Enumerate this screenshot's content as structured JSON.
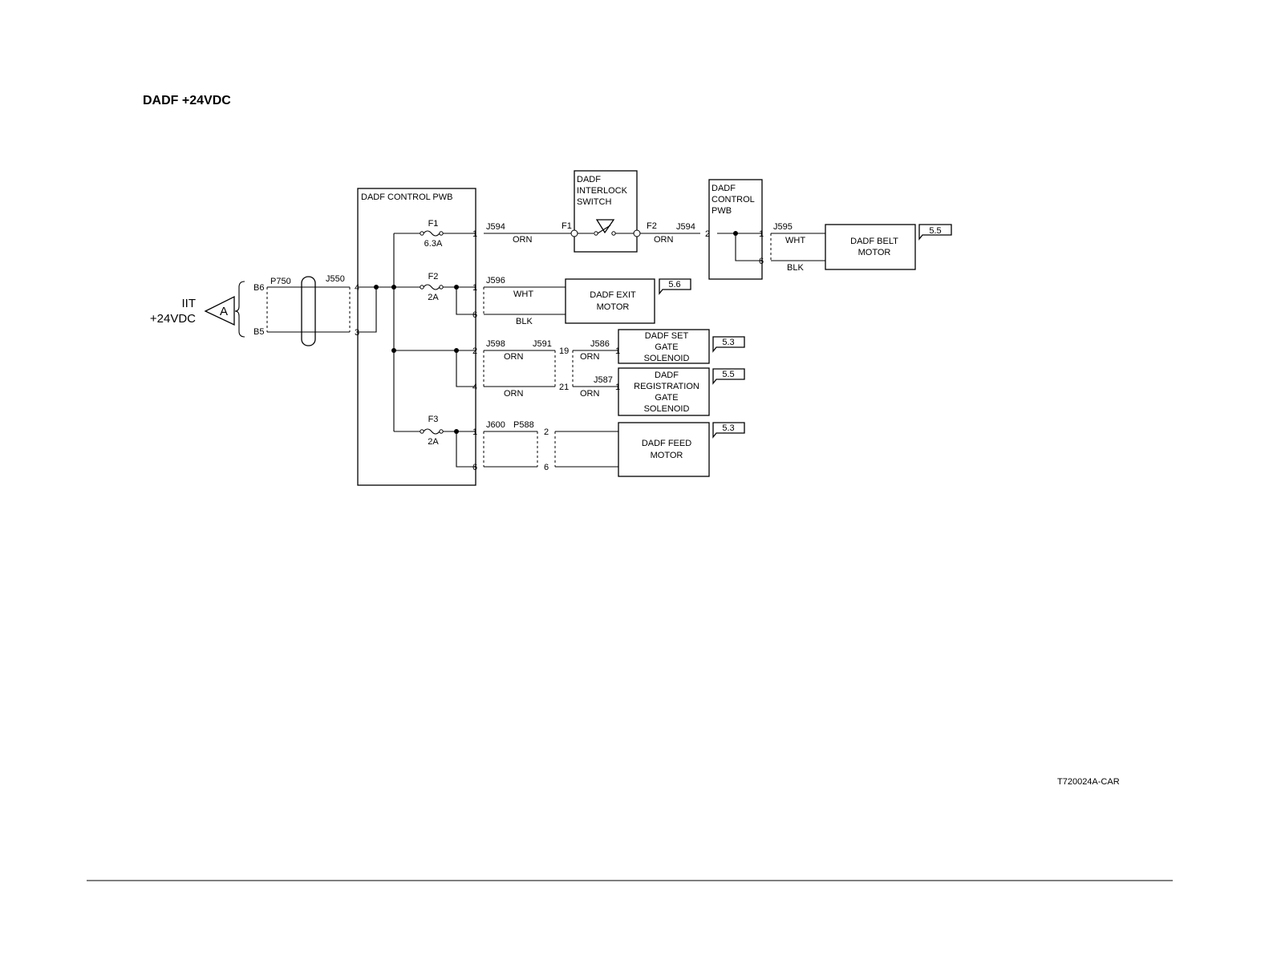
{
  "title": "DADF +24VDC",
  "source": {
    "line1": "IIT",
    "line2": "+24VDC",
    "arrow_letter": "A"
  },
  "control_pwb": {
    "title": "DADF CONTROL PWB"
  },
  "connectors": {
    "p750": "P750",
    "j550": "J550",
    "b6": "B6",
    "b5": "B5",
    "j550_pin4": "4",
    "j550_pin3": "3",
    "j594": "J594",
    "j594_pin1": "1",
    "j596": "J596",
    "j596_pin1": "1",
    "j596_pin6": "6",
    "j598": "J598",
    "j598_pin2": "2",
    "j598_pin4": "4",
    "j591": "J591",
    "j591_pin19": "19",
    "j591_pin21": "21",
    "j586": "J586",
    "j586_pin1": "1",
    "j587": "J587",
    "j587_pin1": "1",
    "j600": "J600",
    "j600_pin1": "1",
    "j600_pin6": "6",
    "p588": "P588",
    "p588_pin2": "2",
    "p588_pin6": "6",
    "j594_b": "J594",
    "ctrl2_pin2": "2",
    "j595": "J595",
    "j595_pin1": "1",
    "j595_pin6": "6",
    "sw_f1": "F1",
    "sw_f2": "F2"
  },
  "fuses": [
    {
      "name": "F1",
      "rating": "6.3A"
    },
    {
      "name": "F2",
      "rating": "2A"
    },
    {
      "name": "F3",
      "rating": "2A"
    }
  ],
  "wires": {
    "orn_j594": "ORN",
    "orn_j594_b": "ORN",
    "wht_exit": "WHT",
    "blk_exit": "BLK",
    "orn_j598_top": "ORN",
    "orn_j598_bottom": "ORN",
    "orn_j586": "ORN",
    "orn_j587": "ORN",
    "wht_belt": "WHT",
    "blk_belt": "BLK"
  },
  "interlock_switch": {
    "line1": "DADF",
    "line2": "INTERLOCK",
    "line3": "SWITCH"
  },
  "control_pwb_2": {
    "line1": "DADF",
    "line2": "CONTROL",
    "line3": "PWB"
  },
  "components": {
    "belt_motor": {
      "line1": "DADF BELT",
      "line2": "MOTOR",
      "ref": "5.5"
    },
    "exit_motor": {
      "line1": "DADF EXIT",
      "line2": "MOTOR",
      "ref": "5.6"
    },
    "set_gate": {
      "line1": "DADF SET",
      "line2": "GATE",
      "line3": "SOLENOID",
      "ref": "5.3"
    },
    "reg_gate": {
      "line1": "DADF",
      "line2": "REGISTRATION",
      "line3": "GATE",
      "line4": "SOLENOID",
      "ref": "5.5"
    },
    "feed_motor": {
      "line1": "DADF FEED",
      "line2": "MOTOR",
      "ref": "5.3"
    }
  },
  "figure_id": "T720024A-CAR"
}
